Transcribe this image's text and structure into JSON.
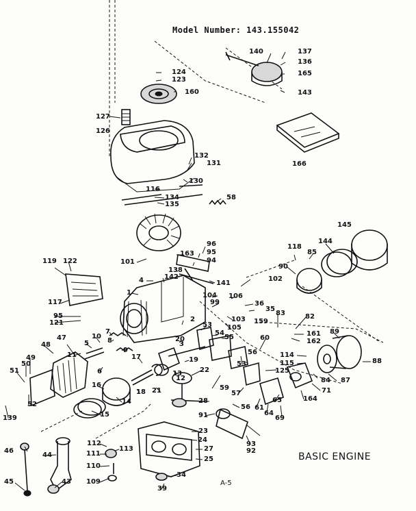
{
  "model_number": "Model Number: 143.155042",
  "title": "BASIC ENGINE",
  "page_ref": "A-5",
  "callouts": [
    {
      "id": "c140",
      "text": "140"
    },
    {
      "id": "c137",
      "text": "137"
    },
    {
      "id": "c136",
      "text": "136"
    },
    {
      "id": "c165",
      "text": "165"
    },
    {
      "id": "c143",
      "text": "143"
    },
    {
      "id": "c124",
      "text": "124"
    },
    {
      "id": "c123",
      "text": "123"
    },
    {
      "id": "c160",
      "text": "160"
    },
    {
      "id": "c127",
      "text": "127"
    },
    {
      "id": "c126",
      "text": "126"
    },
    {
      "id": "c166",
      "text": "166"
    },
    {
      "id": "c132",
      "text": "132"
    },
    {
      "id": "c131",
      "text": "131"
    },
    {
      "id": "c130",
      "text": "130"
    },
    {
      "id": "c116",
      "text": "116"
    },
    {
      "id": "c134",
      "text": "134"
    },
    {
      "id": "c135",
      "text": "135"
    },
    {
      "id": "c58",
      "text": "58"
    },
    {
      "id": "c145",
      "text": "145"
    },
    {
      "id": "c118a",
      "text": "118"
    },
    {
      "id": "c85",
      "text": "85"
    },
    {
      "id": "c144",
      "text": "144"
    },
    {
      "id": "c90",
      "text": "90"
    },
    {
      "id": "c96",
      "text": "96"
    },
    {
      "id": "c95a",
      "text": "95"
    },
    {
      "id": "c94",
      "text": "94"
    },
    {
      "id": "c163",
      "text": "163"
    },
    {
      "id": "c101",
      "text": "101"
    },
    {
      "id": "c138",
      "text": "138"
    },
    {
      "id": "c4",
      "text": "4"
    },
    {
      "id": "c142",
      "text": "142"
    },
    {
      "id": "c141",
      "text": "141"
    },
    {
      "id": "c102",
      "text": "102"
    },
    {
      "id": "c119",
      "text": "119"
    },
    {
      "id": "c122",
      "text": "122"
    },
    {
      "id": "c117",
      "text": "117"
    },
    {
      "id": "c95b",
      "text": "95"
    },
    {
      "id": "c121",
      "text": "121"
    },
    {
      "id": "c1",
      "text": "1"
    },
    {
      "id": "c104",
      "text": "104"
    },
    {
      "id": "c99",
      "text": "99"
    },
    {
      "id": "c106",
      "text": "106"
    },
    {
      "id": "c36",
      "text": "36"
    },
    {
      "id": "c35",
      "text": "35"
    },
    {
      "id": "c103",
      "text": "103"
    },
    {
      "id": "c105",
      "text": "105"
    },
    {
      "id": "c83",
      "text": "83"
    },
    {
      "id": "c82",
      "text": "82"
    },
    {
      "id": "c159",
      "text": "159"
    },
    {
      "id": "c161",
      "text": "161"
    },
    {
      "id": "c162",
      "text": "162"
    },
    {
      "id": "c89",
      "text": "89"
    },
    {
      "id": "c2",
      "text": "2"
    },
    {
      "id": "c53a",
      "text": "53"
    },
    {
      "id": "c54",
      "text": "54"
    },
    {
      "id": "c55",
      "text": "55"
    },
    {
      "id": "c20",
      "text": "20"
    },
    {
      "id": "c3",
      "text": "3"
    },
    {
      "id": "c53b",
      "text": "53"
    },
    {
      "id": "c56",
      "text": "56"
    },
    {
      "id": "c60",
      "text": "60"
    },
    {
      "id": "c114",
      "text": "114"
    },
    {
      "id": "c115",
      "text": "115"
    },
    {
      "id": "c125",
      "text": "125"
    },
    {
      "id": "c88",
      "text": "88"
    },
    {
      "id": "c84",
      "text": "84"
    },
    {
      "id": "c87",
      "text": "87"
    },
    {
      "id": "c71",
      "text": "71"
    },
    {
      "id": "c164",
      "text": "164"
    },
    {
      "id": "c47",
      "text": "47"
    },
    {
      "id": "c48",
      "text": "48"
    },
    {
      "id": "c5",
      "text": "5"
    },
    {
      "id": "c10",
      "text": "10"
    },
    {
      "id": "c7",
      "text": "7"
    },
    {
      "id": "c8",
      "text": "8"
    },
    {
      "id": "c9",
      "text": "9"
    },
    {
      "id": "c11",
      "text": "11"
    },
    {
      "id": "c6",
      "text": "6"
    },
    {
      "id": "c17",
      "text": "17"
    },
    {
      "id": "c19",
      "text": "19"
    },
    {
      "id": "c13",
      "text": "13"
    },
    {
      "id": "c12",
      "text": "12"
    },
    {
      "id": "c22",
      "text": "22"
    },
    {
      "id": "c49",
      "text": "49"
    },
    {
      "id": "c50",
      "text": "50"
    },
    {
      "id": "c51",
      "text": "51"
    },
    {
      "id": "c16",
      "text": "16"
    },
    {
      "id": "c18",
      "text": "18"
    },
    {
      "id": "c21",
      "text": "21"
    },
    {
      "id": "c14",
      "text": "14"
    },
    {
      "id": "c52",
      "text": "52"
    },
    {
      "id": "c28",
      "text": "28"
    },
    {
      "id": "c59",
      "text": "59"
    },
    {
      "id": "c57",
      "text": "57"
    },
    {
      "id": "c61",
      "text": "61"
    },
    {
      "id": "c64",
      "text": "64"
    },
    {
      "id": "c65",
      "text": "65"
    },
    {
      "id": "c69",
      "text": "69"
    },
    {
      "id": "c139",
      "text": "139"
    },
    {
      "id": "c15",
      "text": "15"
    },
    {
      "id": "c91",
      "text": "91"
    },
    {
      "id": "c56b",
      "text": "56"
    },
    {
      "id": "c93",
      "text": "93"
    },
    {
      "id": "c92",
      "text": "92"
    },
    {
      "id": "c23",
      "text": "23"
    },
    {
      "id": "c24",
      "text": "24"
    },
    {
      "id": "c112",
      "text": "112"
    },
    {
      "id": "c113",
      "text": "113"
    },
    {
      "id": "c27",
      "text": "27"
    },
    {
      "id": "c25",
      "text": "25"
    },
    {
      "id": "c46",
      "text": "46"
    },
    {
      "id": "c44",
      "text": "44"
    },
    {
      "id": "c111",
      "text": "111"
    },
    {
      "id": "c110",
      "text": "110"
    },
    {
      "id": "c34",
      "text": "34"
    },
    {
      "id": "c45",
      "text": "45"
    },
    {
      "id": "c43",
      "text": "43"
    },
    {
      "id": "c109",
      "text": "109"
    },
    {
      "id": "c39",
      "text": "39"
    }
  ]
}
